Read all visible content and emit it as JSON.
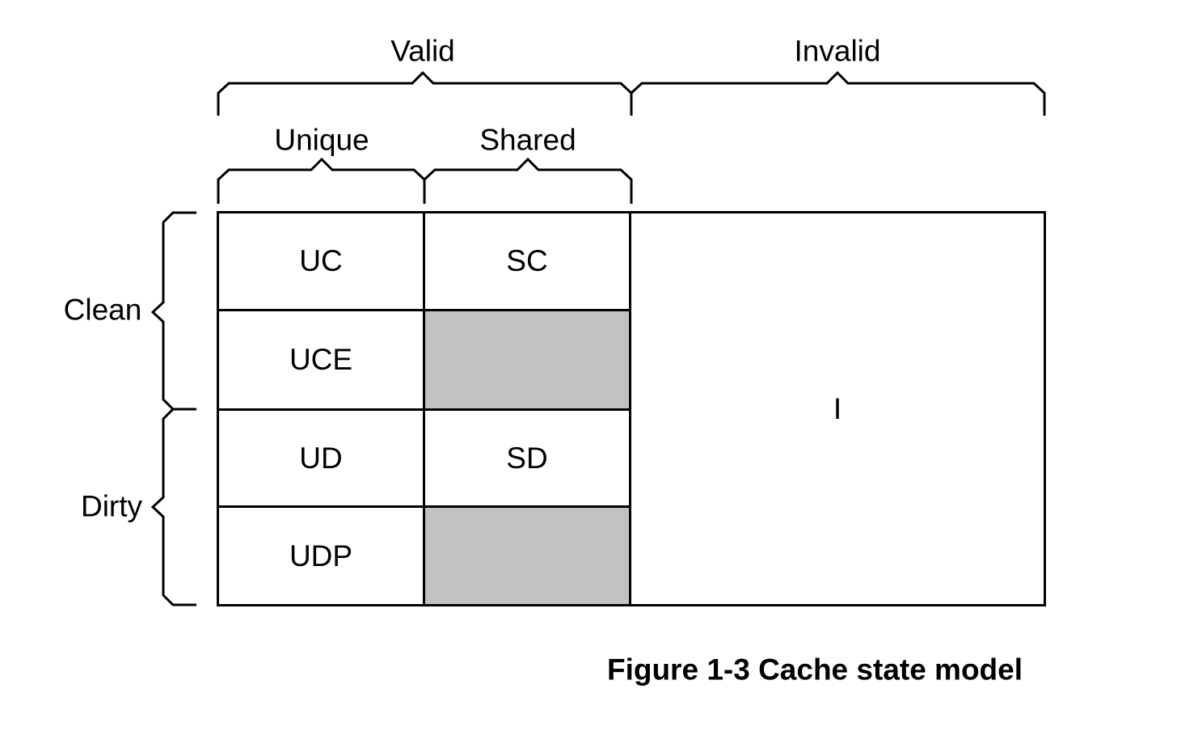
{
  "figure": {
    "caption": "Figure 1-3 Cache state model",
    "top_axis": {
      "valid": "Valid",
      "invalid": "Invalid"
    },
    "sharing_axis": {
      "unique": "Unique",
      "shared": "Shared"
    },
    "side_axis": {
      "clean": "Clean",
      "dirty": "Dirty"
    },
    "states": {
      "uc": "UC",
      "sc": "SC",
      "uce": "UCE",
      "ud": "UD",
      "sd": "SD",
      "udp": "UDP",
      "invalid": "I"
    },
    "colors": {
      "line": "#000000",
      "shaded_cell": "#c2c2c2",
      "background": "#ffffff"
    }
  }
}
